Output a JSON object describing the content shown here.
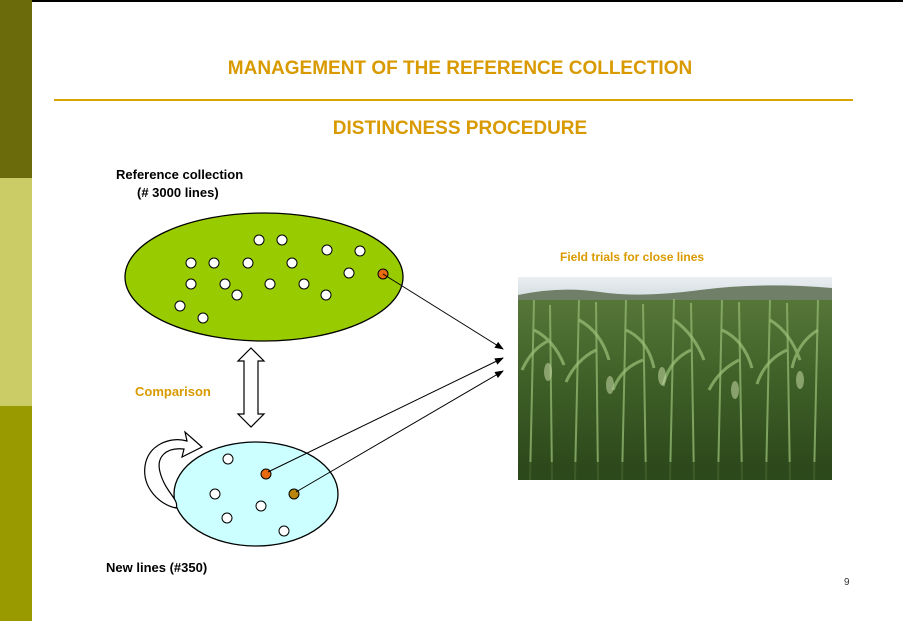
{
  "slide": {
    "title": "MANAGEMENT OF THE REFERENCE COLLECTION",
    "subtitle": "DISTINCNESS PROCEDURE",
    "page_number": "9"
  },
  "diagram": {
    "reference_label_1": "Reference collection",
    "reference_label_2": "(# 3000 lines)",
    "comparison_label": "Comparison",
    "new_lines_label": "New lines (#350)",
    "field_trials_label": "Field trials for close lines"
  },
  "colors": {
    "accent": "#d99a00",
    "reference_ellipse": "#99cc00",
    "new_lines_ellipse": "#ccffff",
    "highlight_orange": "#e86a10",
    "highlight_brown": "#b8860b",
    "sidebar_dark": "#6b6b0c",
    "sidebar_light": "#cccc66",
    "sidebar_mid": "#999900"
  }
}
